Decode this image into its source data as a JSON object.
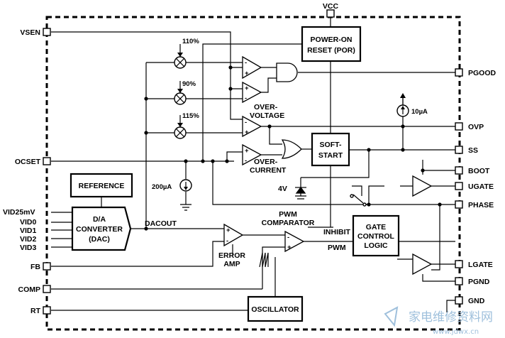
{
  "pins": {
    "vcc": "VCC",
    "vsen": "VSEN",
    "ocset": "OCSET",
    "vid25mv": "VID25mV",
    "vid0": "VID0",
    "vid1": "VID1",
    "vid2": "VID2",
    "vid3": "VID3",
    "fb": "FB",
    "comp": "COMP",
    "rt": "RT",
    "pgood": "PGOOD",
    "ovp": "OVP",
    "ss": "SS",
    "boot": "BOOT",
    "ugate": "UGATE",
    "phase": "PHASE",
    "lgate": "LGATE",
    "pgnd": "PGND",
    "gnd": "GND"
  },
  "blocks": {
    "por_line1": "POWER-ON",
    "por_line2": "RESET (POR)",
    "soft_line1": "SOFT-",
    "soft_line2": "START",
    "reference": "REFERENCE",
    "dac_line1": "D/A",
    "dac_line2": "CONVERTER",
    "dac_line3": "(DAC)",
    "gate_line1": "GATE",
    "gate_line2": "CONTROL",
    "gate_line3": "LOGIC",
    "oscillator": "OSCILLATOR"
  },
  "labels": {
    "pct110": "110%",
    "pct90": "90%",
    "pct115": "115%",
    "over_voltage_1": "OVER-",
    "over_voltage_2": "VOLTAGE",
    "over_current_1": "OVER-",
    "over_current_2": "CURRENT",
    "i10": "10µA",
    "i200": "200µA",
    "v4": "4V",
    "dacout": "DACOUT",
    "pwm_comp_1": "PWM",
    "pwm_comp_2": "COMPARATOR",
    "inhibit": "INHIBIT",
    "pwm": "PWM",
    "error_amp_1": "ERROR",
    "error_amp_2": "AMP"
  },
  "watermark": {
    "text": "家电维修资料网",
    "url": "www.jdwx.cn"
  }
}
